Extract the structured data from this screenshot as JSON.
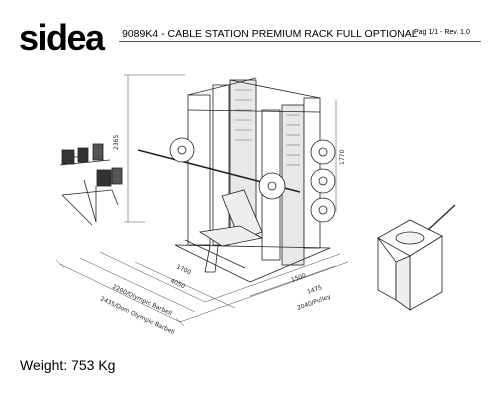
{
  "header": {
    "brand": "sidea",
    "product_title": "9089K4 - CABLE STATION PREMIUM RACK FULL OPTIONAL",
    "page_info": "Pag 1/1 - Rev. 1.0"
  },
  "dimensions": {
    "height": "2365",
    "side_height": "1770",
    "depth_a": "4050",
    "depth_b": "1700",
    "width_a": "2200/Olympic Barbell",
    "width_b": "2435/Dom Olympic Barbell",
    "small_a": "1500",
    "small_b": "1475",
    "small_c": "2040/Pulley"
  },
  "footer": {
    "weight": "Weight: 753 Kg"
  }
}
